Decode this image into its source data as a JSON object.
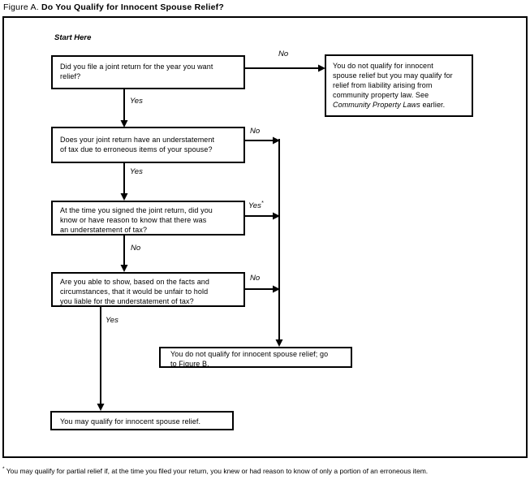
{
  "title": {
    "prefix": "Figure A.",
    "main": "Do You Qualify for Innocent Spouse Relief?"
  },
  "start_label": "Start Here",
  "flowchart": {
    "q1": {
      "text": "Did you file a joint return for the year you want\nrelief?"
    },
    "q2": {
      "text": "Does your joint return have an understatement\nof tax due to erroneous items of your spouse?"
    },
    "q3": {
      "text": "At the time you signed the joint return, did you\nknow or have reason to know that there was\nan understatement of tax?"
    },
    "q4": {
      "text": "Are you able to show, based on the facts and\ncircumstances, that it would be unfair to hold\nyou liable for the understatement of tax?"
    },
    "outcome_community": {
      "text_main": "You do not qualify for innocent\nspouse relief but you may qualify for\nrelief from liability arising from\ncommunity property law. See\n",
      "text_italic": "Community Property Laws",
      "text_suffix": " earlier."
    },
    "outcome_figure_b": {
      "text": "You do not qualify for innocent spouse relief; go\nto Figure B."
    },
    "outcome_qualify": {
      "text": "You may qualify for innocent spouse relief."
    },
    "labels": {
      "q1_no": "No",
      "q1_yes": "Yes",
      "q2_no": "No",
      "q2_yes": "Yes",
      "q3_yes": "Yes",
      "q3_yes_sup": "*",
      "q3_no": "No",
      "q4_no": "No",
      "q4_yes": "Yes"
    }
  },
  "footnote": {
    "sup": "*",
    "text": "You may qualify for partial relief if, at the time you filed your return, you knew or had reason to know of only a portion of an erroneous item."
  },
  "colors": {
    "ink": "#000000",
    "background": "#ffffff"
  }
}
